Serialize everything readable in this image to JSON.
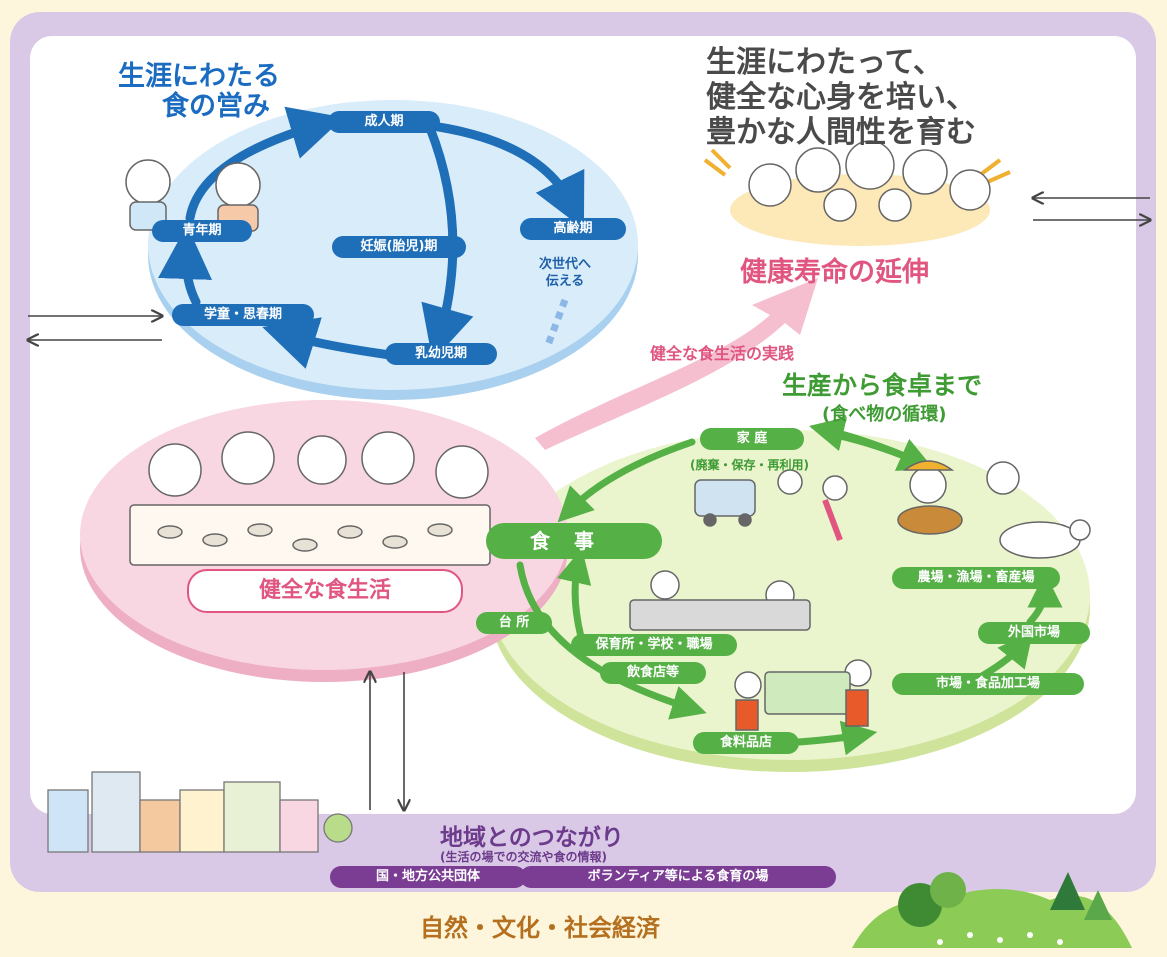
{
  "life_cycle": {
    "title_line1": "生涯にわたる",
    "title_line2": "食の営み",
    "stages": {
      "adult": "成人期",
      "youth": "青年期",
      "pregnancy": "妊娠(胎児)期",
      "elderly": "高齢期",
      "school": "学童・思春期",
      "infant": "乳幼児期"
    },
    "next_gen_line1": "次世代へ",
    "next_gen_line2": "伝える"
  },
  "goal": {
    "line1": "生涯にわたって、",
    "line2": "健全な心身を培い、",
    "line3": "豊かな人間性を育む",
    "extension": "健康寿命の延伸"
  },
  "practice_label": "健全な食生活の実践",
  "healthy_diet": "健全な食生活",
  "food_cycle": {
    "title": "生産から食卓まで",
    "subtitle": "(食べ物の循環)",
    "home": "家 庭",
    "home_note": "(廃棄・保存・再利用)",
    "meal": "食事",
    "kitchen": "台 所",
    "facility": "保育所・学校・職場",
    "restaurant": "飲食店等",
    "store": "食料品店",
    "farm": "農場・漁場・畜産場",
    "foreign": "外国市場",
    "market": "市場・食品加工場"
  },
  "region": {
    "title": "地域とのつながり",
    "subtitle": "(生活の場での交流や食の情報)",
    "badge1": "国・地方公共団体",
    "badge2": "ボランティア等による食育の場"
  },
  "footer": "自然・文化・社会経済",
  "colors": {
    "blue": "#1e6eb8",
    "green": "#55b046",
    "pink": "#e05680",
    "purple": "#7b3c94",
    "frame": "#d9c9e6"
  }
}
